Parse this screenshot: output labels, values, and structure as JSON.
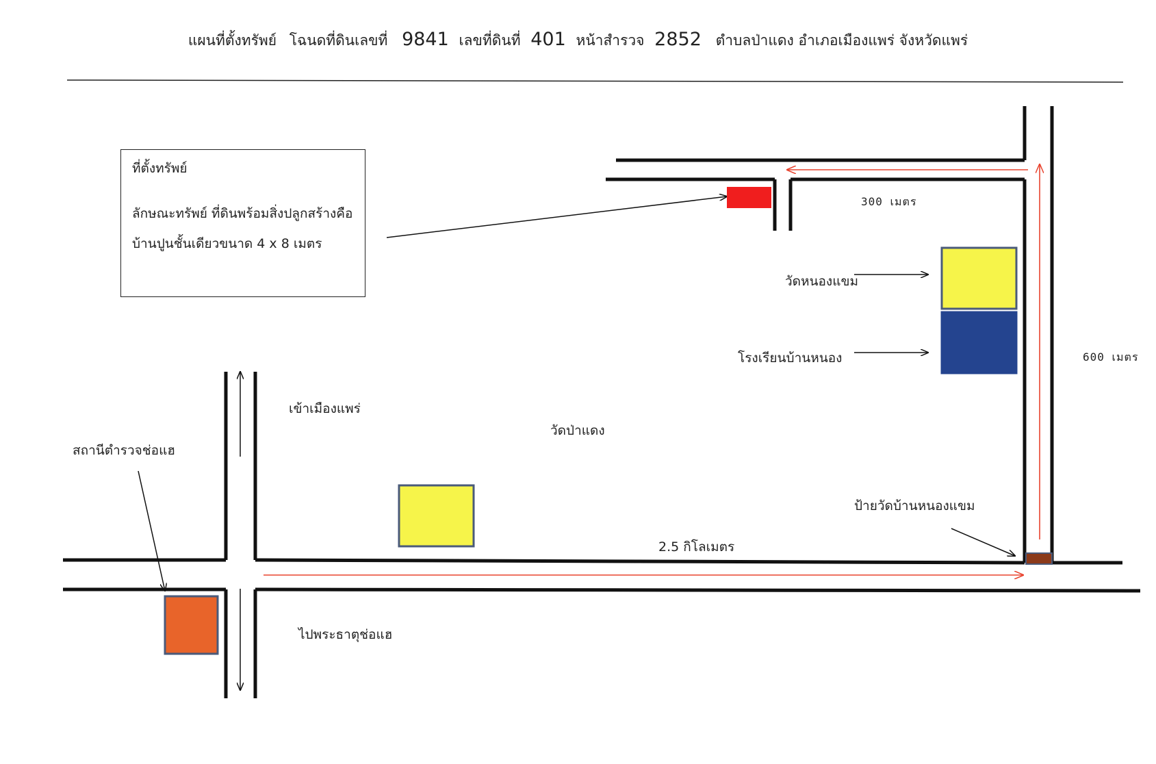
{
  "header": {
    "prefix": "แผนที่ตั้งทรัพย์",
    "deed_label": "โฉนดที่ดินเลขที่",
    "deed_no": "9841",
    "land_label": "เลขที่ดินที่",
    "land_no": "401",
    "survey_label": "หน้าสำรวจ",
    "survey_no": "2852",
    "location": "ตำบลป่าแดง  อำเภอเมืองแพร่  จังหวัดแพร่"
  },
  "info_box": {
    "title": "ที่ตั้งทรัพย์",
    "line1": "ลักษณะทรัพย์  ที่ดินพร้อมสิ่งปลูกสร้างคือ",
    "line2": "บ้านปูนชั้นเดียวขนาด 4 x 8 เมตร"
  },
  "labels": {
    "to_phrae": "เข้าเมืองแพร่",
    "to_phrathat": "ไปพระธาตุช่อแฮ",
    "police_station": "สถานีตำรวจช่อแฮ",
    "wat_pa_daeng": "วัดป่าแดง",
    "wat_nong_khaem": "วัดหนองแขม",
    "school": "โรงเรียนบ้านหนอง",
    "sign": "ป้ายวัดบ้านหนองแขม",
    "dist_main": "2.5 กิโลเมตร",
    "dist_600": "600 เมตร",
    "dist_300": "300 เมตร"
  },
  "colors": {
    "road": "#111111",
    "route": "#e8432e",
    "property": "#f01e1e",
    "temple": "#f6f44a",
    "school": "#24448f",
    "police": "#e8642a",
    "sign": "#8b3a1a",
    "building_border": "#4a5a7a"
  }
}
